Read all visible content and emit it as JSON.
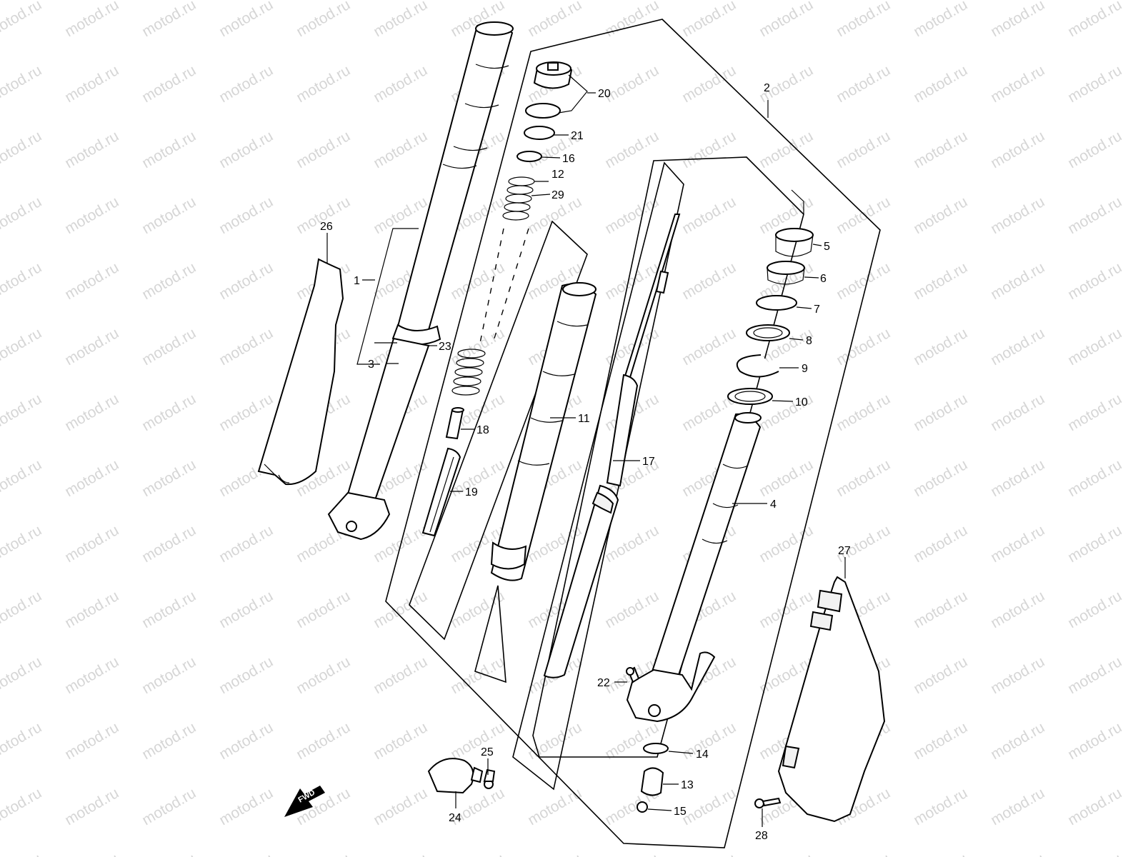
{
  "watermark": {
    "text": "motod.ru"
  },
  "fwd_label": "FWD",
  "callouts": [
    {
      "id": "1",
      "label": "1"
    },
    {
      "id": "2",
      "label": "2"
    },
    {
      "id": "3",
      "label": "3"
    },
    {
      "id": "4",
      "label": "4"
    },
    {
      "id": "5",
      "label": "5"
    },
    {
      "id": "6",
      "label": "6"
    },
    {
      "id": "7",
      "label": "7"
    },
    {
      "id": "8",
      "label": "8"
    },
    {
      "id": "9",
      "label": "9"
    },
    {
      "id": "10",
      "label": "10"
    },
    {
      "id": "11",
      "label": "11"
    },
    {
      "id": "12",
      "label": "12"
    },
    {
      "id": "13",
      "label": "13"
    },
    {
      "id": "14",
      "label": "14"
    },
    {
      "id": "15",
      "label": "15"
    },
    {
      "id": "16",
      "label": "16"
    },
    {
      "id": "17",
      "label": "17"
    },
    {
      "id": "18",
      "label": "18"
    },
    {
      "id": "19",
      "label": "19"
    },
    {
      "id": "20",
      "label": "20"
    },
    {
      "id": "21",
      "label": "21"
    },
    {
      "id": "22",
      "label": "22"
    },
    {
      "id": "23",
      "label": "23"
    },
    {
      "id": "24",
      "label": "24"
    },
    {
      "id": "25",
      "label": "25"
    },
    {
      "id": "26",
      "label": "26"
    },
    {
      "id": "27",
      "label": "27"
    },
    {
      "id": "28",
      "label": "28"
    },
    {
      "id": "29",
      "label": "29"
    }
  ]
}
